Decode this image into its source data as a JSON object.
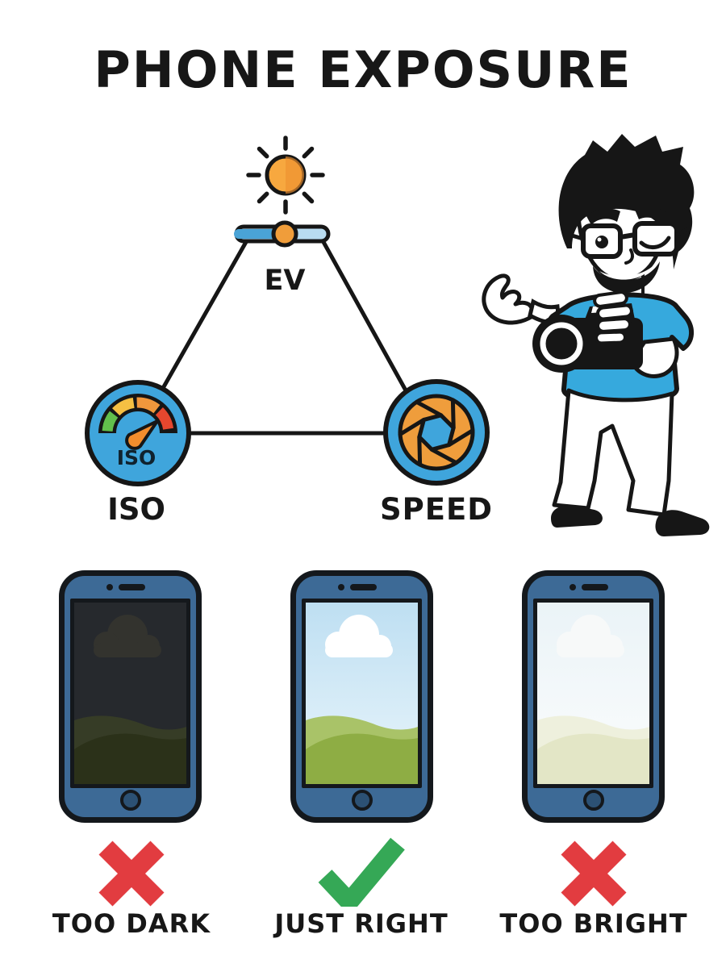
{
  "title": "PHONE EXPOSURE",
  "diagram": {
    "apex_label": "EV",
    "iso_label": "ISO",
    "speed_label": "SPEED",
    "gauge_inner_label": "ISO",
    "nodes": [
      "EV",
      "ISO",
      "SPEED"
    ]
  },
  "phones": [
    {
      "verdict": "TOO DARK",
      "mark": "cross",
      "screen_brightness": "dark"
    },
    {
      "verdict": "JUST RIGHT",
      "mark": "check",
      "screen_brightness": "normal"
    },
    {
      "verdict": "TOO BRIGHT",
      "mark": "cross",
      "screen_brightness": "washed-out"
    }
  ],
  "colors": {
    "accent_blue": "#3fa5dc",
    "phone_body_blue": "#3d6a96",
    "sun_orange": "#f7a83f",
    "slider_blue": "#4aa3d6",
    "slider_light_blue": "#b9dcf0",
    "knob_orange": "#f09d3a",
    "gauge_green": "#62bf4c",
    "gauge_yellow": "#f5c043",
    "gauge_orange": "#f0973c",
    "gauge_red": "#e5472e",
    "aperture_orange": "#ef9d3c",
    "shirt_blue": "#36a9dd",
    "cross_red": "#e23c40",
    "check_green": "#35a856",
    "outline_black": "#161616"
  }
}
